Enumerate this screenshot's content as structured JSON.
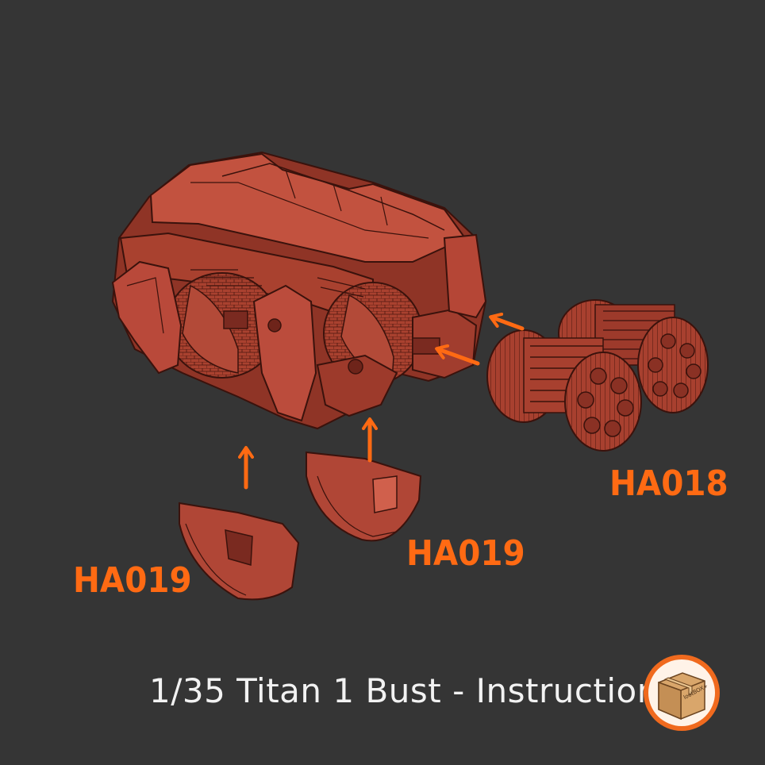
{
  "colors": {
    "background": "#353535",
    "part_fill": "#b2483a",
    "part_dark": "#7a2a20",
    "part_line": "#3a120c",
    "accent": "#ff6a13",
    "caption": "#f2f2f2",
    "logo_ring": "#f06a1e",
    "box": "#d9a66b"
  },
  "labels": {
    "turret_part": "HA018",
    "shield_right": "HA019",
    "shield_left": "HA019"
  },
  "caption": "1/35 Titan 1 Bust - Instruction",
  "logo": {
    "icon": "lootbox-box-icon",
    "text": "lootBOX+"
  }
}
